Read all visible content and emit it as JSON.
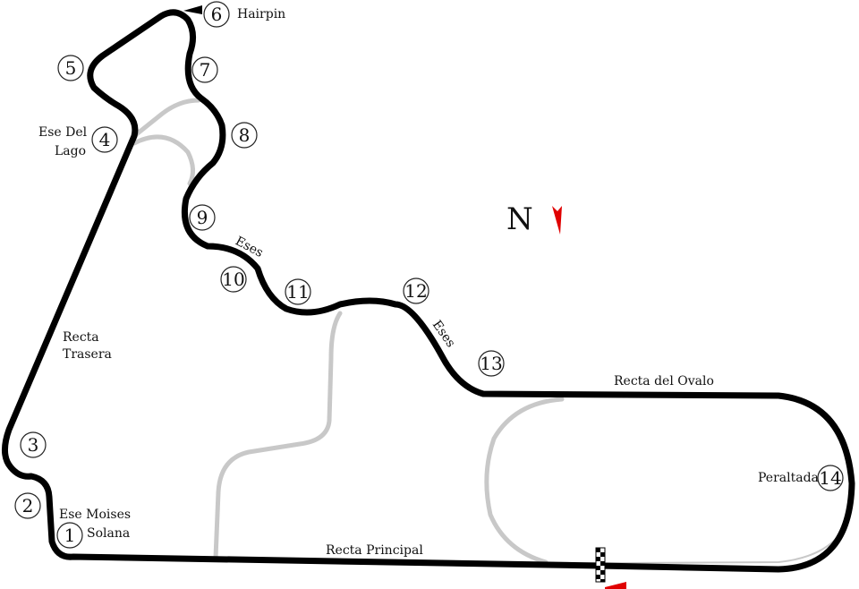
{
  "north_label": "N",
  "colors": {
    "track": "#000000",
    "alt_track": "#c8c8c8",
    "accent": "#e00000"
  },
  "corners": [
    {
      "n": "1"
    },
    {
      "n": "2"
    },
    {
      "n": "3"
    },
    {
      "n": "4"
    },
    {
      "n": "5"
    },
    {
      "n": "6"
    },
    {
      "n": "7"
    },
    {
      "n": "8"
    },
    {
      "n": "9"
    },
    {
      "n": "10"
    },
    {
      "n": "11"
    },
    {
      "n": "12"
    },
    {
      "n": "13"
    },
    {
      "n": "14"
    }
  ],
  "labels": {
    "hairpin": "Hairpin",
    "ese_del_lago_1": "Ese Del",
    "ese_del_lago_2": "Lago",
    "eses_upper": "Eses",
    "eses_lower": "Eses",
    "recta_trasera_1": "Recta",
    "recta_trasera_2": "Trasera",
    "ese_moises_1": "Ese Moises",
    "ese_moises_2": "Solana",
    "recta_principal": "Recta Principal",
    "recta_ovalo": "Recta del Ovalo",
    "peraltada": "Peraltada"
  }
}
